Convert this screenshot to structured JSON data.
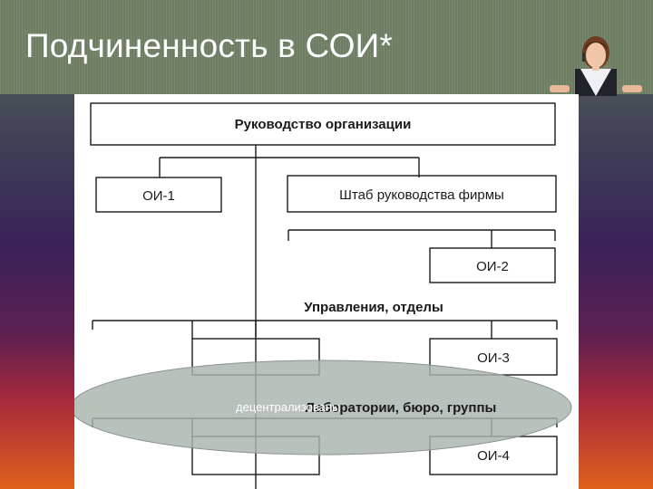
{
  "slide": {
    "title": "Подчиненность в СОИ*"
  },
  "diagram": {
    "top": "Руководство организации",
    "oi1": "ОИ-1",
    "hq": "Штаб руководства фирмы",
    "oi2": "ОИ-2",
    "departments": "Управления, отделы",
    "oi3": "ОИ-3",
    "labs": "Лаборатории, бюро, группы",
    "oi4": "ОИ-4",
    "ellipse_label": "децентрализованы"
  }
}
